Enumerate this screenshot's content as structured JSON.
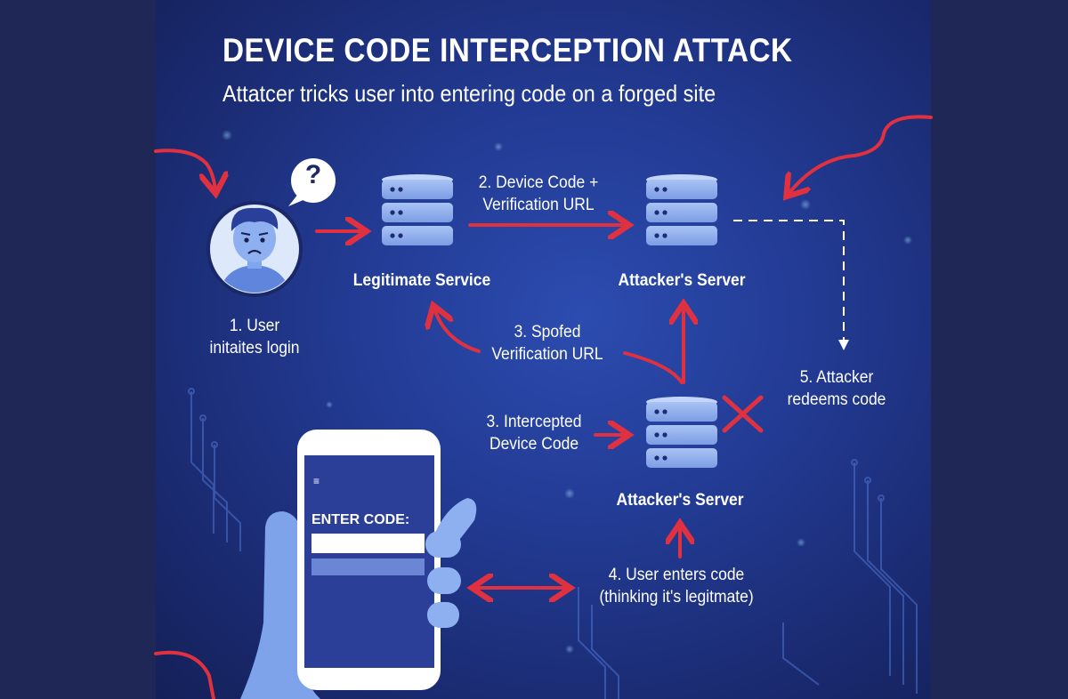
{
  "title": "DEVICE CODE INTERCEPTION ATTACK",
  "subtitle": "Attatcer tricks user into entering code on a forged site",
  "nodes": {
    "legitimate_service": "Legitimate Service",
    "attackers_server_top": "Attacker's Server",
    "attackers_server_bottom": "Attacker's Server"
  },
  "steps": {
    "step1": [
      "1. User",
      "initaites login"
    ],
    "step2": [
      "2. Device Code +",
      "Verification URL"
    ],
    "step3a": [
      "3. Spofed",
      "Verification URL"
    ],
    "step3b": [
      "3. Intercepted",
      "Device Code"
    ],
    "step4": [
      "4. User enters code",
      "(thinking it's legitmate)"
    ],
    "step5": [
      "5. Attacker",
      "redeems code"
    ]
  },
  "phone": {
    "prompt": "ENTER CODE:",
    "menu_glyph": "≡"
  },
  "icons": {
    "speech_bubble": "?",
    "speech_bubble_icon": "question-bubble-icon",
    "user_icon": "worried-user-icon",
    "server_icon": "server-stack-icon",
    "blocked_icon": "x-mark-icon"
  },
  "colors": {
    "accent_red": "#e03140",
    "server_blue": "#8fb0f0",
    "background_blue": "#223a92"
  }
}
